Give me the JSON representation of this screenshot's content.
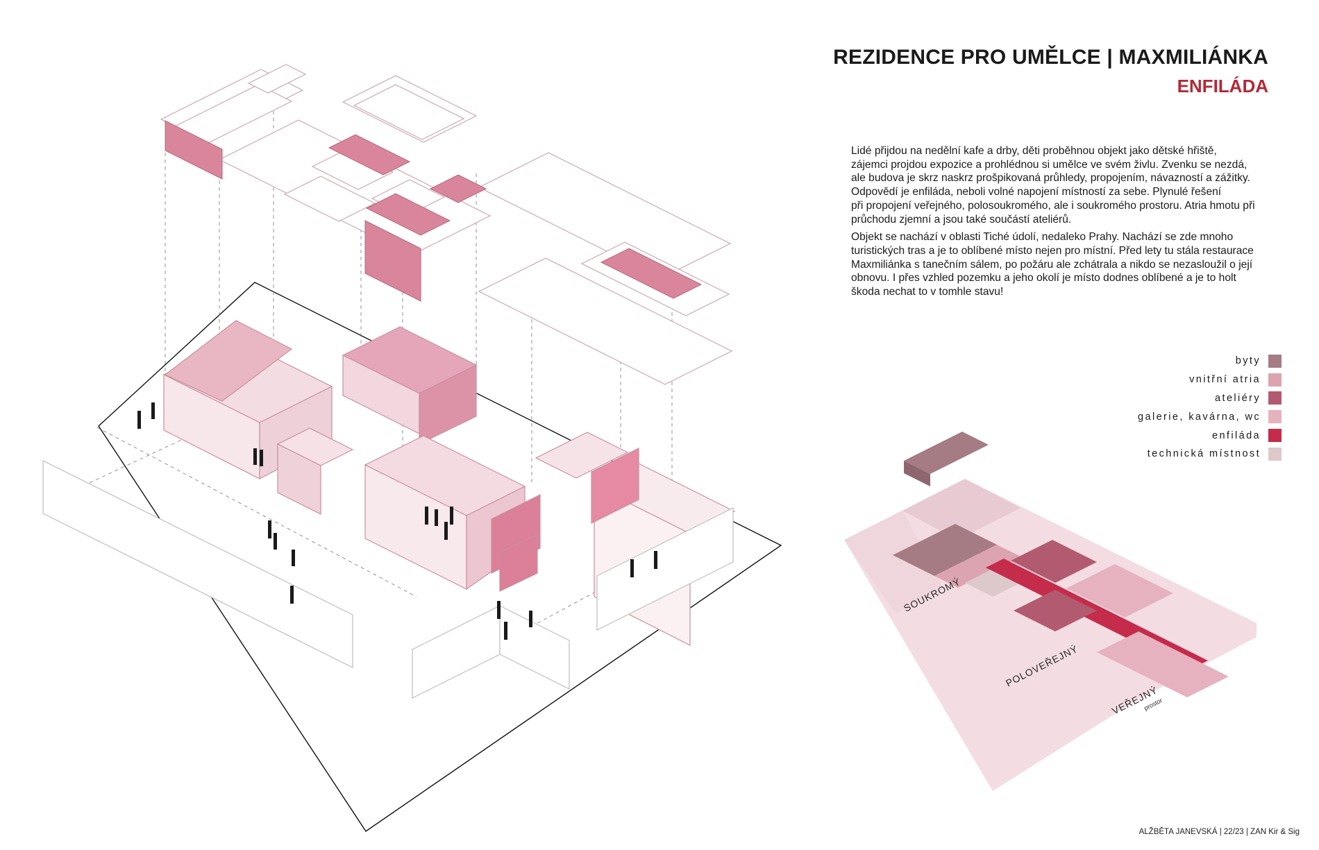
{
  "header": {
    "title": "REZIDENCE PRO UMĚLCE | MAXMILIÁNKA",
    "subtitle": "ENFILÁDA"
  },
  "description": {
    "paragraphs": [
      [
        "Lidé přijdou na nedělní kafe a drby, děti proběhnou objekt jako dětské hřiště,",
        "zájemci projdou expozice a prohlédnou si umělce ve svém živlu. Zvenku se nezdá,",
        "ale budova je skrz naskrz prošpikovaná průhledy, propojením, návazností a zážitky.",
        "Odpovědí je enfiláda, neboli volné napojení místností za sebe. Plynulé řešení",
        "při propojení veřejného, polosoukromého, ale i soukromého prostoru. Atria hmotu při",
        "průchodu zjemní a jsou také součástí ateliérů."
      ],
      [
        "Objekt se nachází v oblasti Tiché údolí, nedaleko Prahy. Nachází se zde mnoho",
        "turistických tras a je to oblíbené místo nejen pro místní. Před lety tu stála restaurace",
        "Maxmiliánka s tanečním sálem, po požáru ale zchátrala a nikdo se nezasloužil o její",
        "obnovu. I přes vzhled pozemku a jeho okolí je místo dodnes oblíbené a je to holt",
        "škoda nechat to v tomhle stavu!"
      ]
    ]
  },
  "legend": [
    {
      "label": "byty",
      "color": "#a57b84"
    },
    {
      "label": "vnitřní atria",
      "color": "#dca4b1"
    },
    {
      "label": "ateliéry",
      "color": "#b25a70"
    },
    {
      "label": "galerie, kavárna, wc",
      "color": "#e6b2bf"
    },
    {
      "label": "enfiláda",
      "color": "#c52b4a"
    },
    {
      "label": "technická místnost",
      "color": "#ddc8cc"
    }
  ],
  "zoning_diagram": {
    "labels": [
      "SOUKROMÝ",
      "POLOVEŘEJNÝ",
      "VEŘEJNÝ"
    ],
    "sublabel": "prostor"
  },
  "footer": "ALŽBĚTA JANEVSKÁ | 22/23 | ZAN Kir & Sig"
}
